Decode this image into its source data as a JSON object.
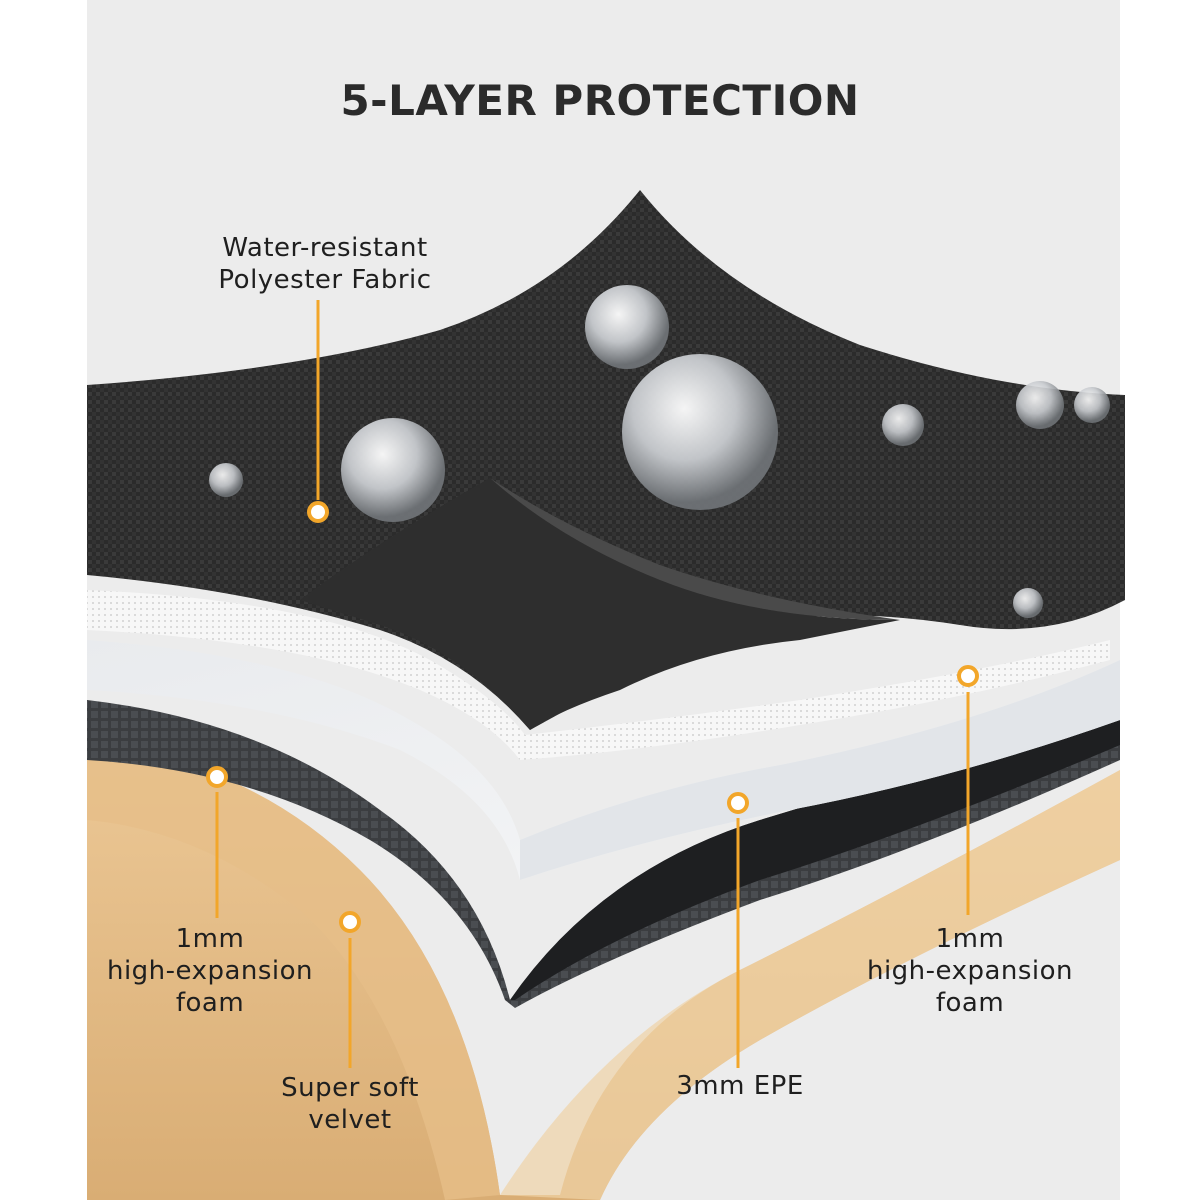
{
  "title": "5-LAYER PROTECTION",
  "colors": {
    "accent": "#f2a62a",
    "background": "#ececec",
    "fabric": "#2a2a2a",
    "velvet": "#e2b985",
    "epe": "#eef0f2"
  },
  "layers": [
    {
      "id": "fabric",
      "lines": [
        "Water-resistant",
        "Polyester Fabric"
      ]
    },
    {
      "id": "foam-right",
      "lines": [
        "1mm",
        "high-expansion",
        "foam"
      ]
    },
    {
      "id": "epe",
      "lines": [
        "3mm EPE"
      ]
    },
    {
      "id": "foam-left",
      "lines": [
        "1mm",
        "high-expansion",
        "foam"
      ]
    },
    {
      "id": "velvet",
      "lines": [
        "Super soft",
        "velvet"
      ]
    }
  ]
}
